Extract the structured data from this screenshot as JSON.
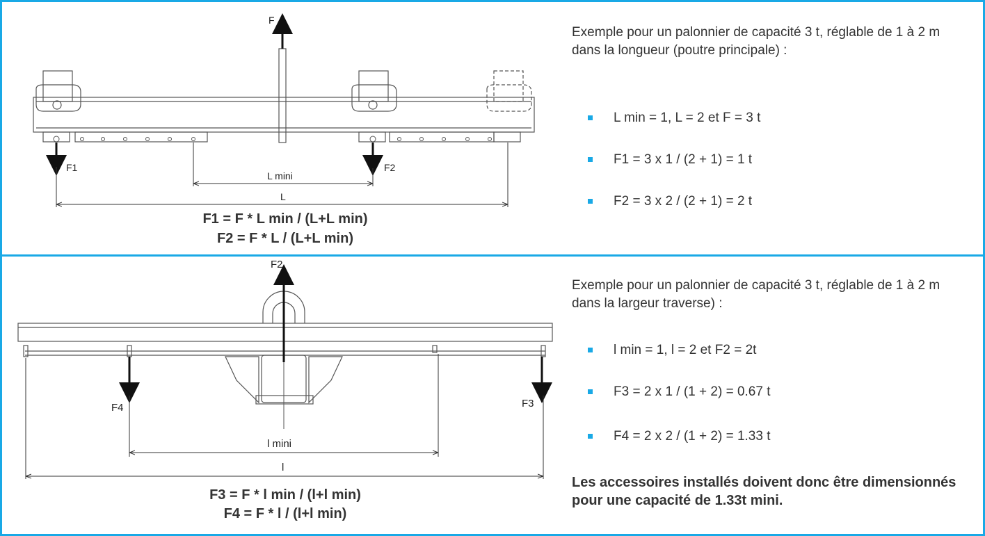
{
  "top": {
    "labels": {
      "F": "F",
      "F1": "F1",
      "F2": "F2",
      "Lmini": "L mini",
      "L": "L"
    },
    "formula_1": "F1 = F * L min / (L+L min)",
    "formula_2": "F2 = F * L / (L+L min)",
    "intro": "Exemple pour un palonnier de capacité 3 t, réglable de 1 à 2 m dans la longueur (poutre principale) :",
    "bullets": [
      "L min = 1, L = 2 et F = 3 t",
      "F1 = 3 x 1 / (2 + 1) = 1 t",
      "F2 = 3 x 2 / (2 + 1) = 2 t"
    ]
  },
  "bottom": {
    "labels": {
      "F2": "F2",
      "F3": "F3",
      "F4": "F4",
      "lmini": "l mini",
      "l": "l"
    },
    "formula_1": "F3 = F * l min / (l+l min)",
    "formula_2": "F4 = F * l / (l+l min)",
    "intro": "Exemple pour un palonnier de capacité 3 t, réglable de 1 à 2 m dans la largeur traverse) :",
    "bullets": [
      "l min = 1, l = 2 et F2 = 2t",
      "F3 = 2 x 1 / (1 + 2) = 0.67 t",
      "F4 = 2 x 2 / (1 + 2) = 1.33 t"
    ],
    "conclusion": "Les accessoires installés doivent donc être dimensionnés pour une capacité de 1.33t mini."
  },
  "colors": {
    "border": "#19a9e6",
    "bullet": "#19a9e6",
    "text": "#333333"
  }
}
